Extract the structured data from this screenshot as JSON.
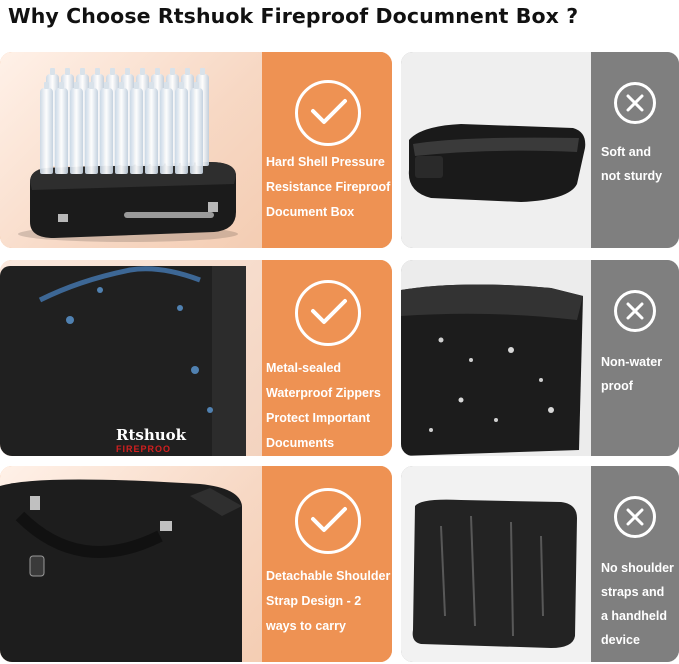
{
  "page": {
    "title": "Why Choose Rtshuok Fireproof Documnent Box ?",
    "colors": {
      "good_bg": "#ee9253",
      "bad_bg": "#7f7f7f",
      "text": "#ffffff"
    }
  },
  "rows": [
    {
      "good": {
        "icon": "check-icon",
        "lines": [
          "Hard Shell Pressure",
          "Resistance Fireproof",
          "Document Box"
        ]
      },
      "bad": {
        "icon": "x-icon",
        "lines": [
          "Soft and",
          "not sturdy"
        ]
      }
    },
    {
      "good": {
        "icon": "check-icon",
        "lines": [
          "Metal-sealed",
          "Waterproof Zippers",
          "Protect Important",
          "Documents"
        ],
        "brand": "Rtshuok",
        "brand_sub": "FIREPROO"
      },
      "bad": {
        "icon": "x-icon",
        "lines": [
          "Non-water",
          "proof"
        ]
      }
    },
    {
      "good": {
        "icon": "check-icon",
        "lines": [
          "Detachable Shoulder",
          "Strap Design - 2",
          "ways to carry"
        ]
      },
      "bad": {
        "icon": "x-icon",
        "lines": [
          "No shoulder",
          "straps and",
          "a handheld",
          "device"
        ]
      }
    }
  ]
}
